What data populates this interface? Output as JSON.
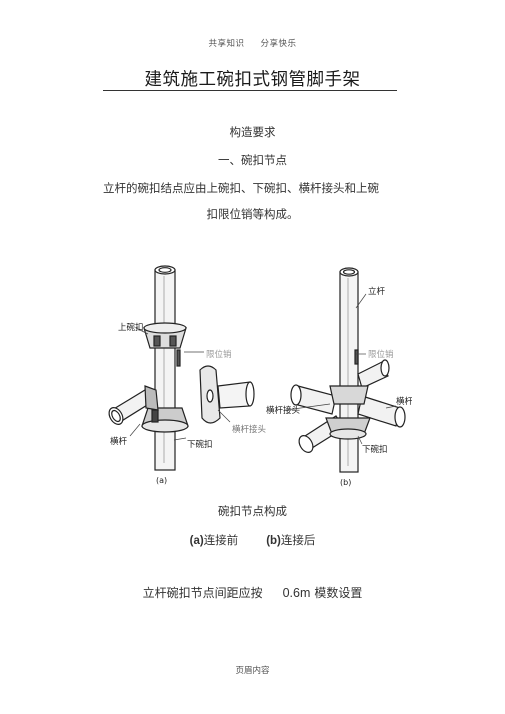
{
  "header": {
    "left": "共享知识",
    "right": "分享快乐"
  },
  "title": "建筑施工碗扣式钢管脚手架",
  "section": "构造要求",
  "subsection": "一、碗扣节点",
  "paragraph_line1": "立杆的碗扣结点应由上碗扣、下碗扣、横杆接头和上碗",
  "paragraph_line2": "扣限位销等构成。",
  "figure": {
    "left_labels": {
      "upper_bowl": "上碗扣",
      "pin": "限位销",
      "crossbar": "横杆",
      "lower_bowl": "下碗扣",
      "joint": "横杆接头",
      "tag": "(a)"
    },
    "right_labels": {
      "post": "立杆",
      "pin": "限位销",
      "joint": "横杆接头",
      "crossbar": "横杆",
      "lower_bowl": "下碗扣",
      "tag": "(b)"
    }
  },
  "caption": "碗扣节点构成",
  "sub_caption": {
    "a_mark": "(a)",
    "a_text": "连接前",
    "b_mark": "(b)",
    "b_text": "连接后"
  },
  "requirement": {
    "text": "立杆碗扣节点间距应按",
    "number": "0.6m",
    "unit": "模数设置"
  },
  "footer": "页眉内容"
}
